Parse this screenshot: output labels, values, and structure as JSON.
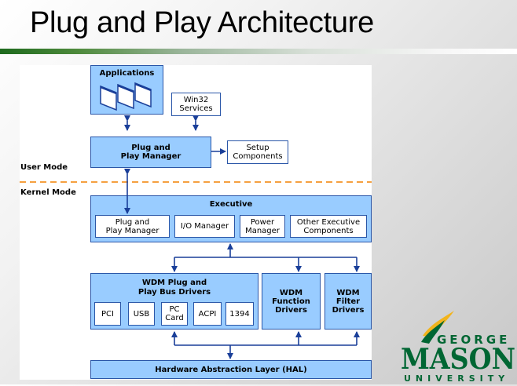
{
  "slide": {
    "title": "Plug and Play Architecture"
  },
  "diagram": {
    "modes": {
      "user": "User Mode",
      "kernel": "Kernel Mode"
    },
    "user_mode": {
      "applications": "Applications",
      "win32_services": [
        "Win32",
        "Services"
      ],
      "pnp_manager": [
        "Plug and",
        "Play Manager"
      ],
      "setup_components": [
        "Setup",
        "Components"
      ]
    },
    "executive": {
      "title": "Executive",
      "components": [
        [
          "Plug and",
          "Play Manager"
        ],
        [
          "I/O Manager"
        ],
        [
          "Power",
          "Manager"
        ],
        [
          "Other Executive",
          "Components"
        ]
      ]
    },
    "drivers": {
      "bus_drivers": {
        "title": [
          "WDM Plug and",
          "Play Bus Drivers"
        ],
        "buses": [
          [
            "PCI"
          ],
          [
            "USB"
          ],
          [
            "PC",
            "Card"
          ],
          [
            "ACPI"
          ],
          [
            "1394"
          ]
        ]
      },
      "function_drivers": [
        "WDM",
        "Function",
        "Drivers"
      ],
      "filter_drivers": [
        "WDM",
        "Filter",
        "Drivers"
      ]
    },
    "hal": "Hardware Abstraction Layer (HAL)",
    "colors": {
      "box_fill": "#99ccff",
      "box_border": "#2a56a8",
      "arrow": "#1a3f99",
      "mode_divider": "#f5a040"
    }
  },
  "logo": {
    "top": "GEORGE",
    "main": "MASON",
    "bottom": "UNIVERSITY",
    "green": "#006633",
    "gold": "#f2b41c"
  }
}
